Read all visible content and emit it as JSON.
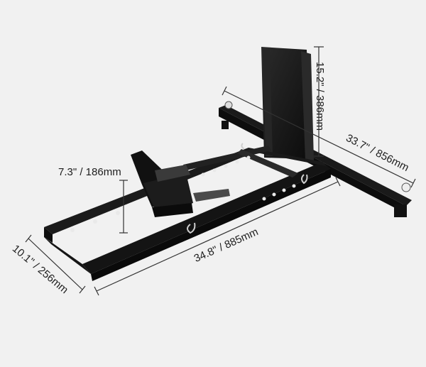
{
  "image": {
    "subject": "motorcycle wheel chock stand",
    "background_color": "#f1f1f1",
    "product_color": "#121212",
    "dimension_line_color": "#333333"
  },
  "dimensions": {
    "height": "15.2\" / 386mm",
    "width": "33.7\" / 856mm",
    "chock_height": "7.3\" / 186mm",
    "length": "34.8\" / 885mm",
    "base_width": "10.1\" / 256mm"
  }
}
